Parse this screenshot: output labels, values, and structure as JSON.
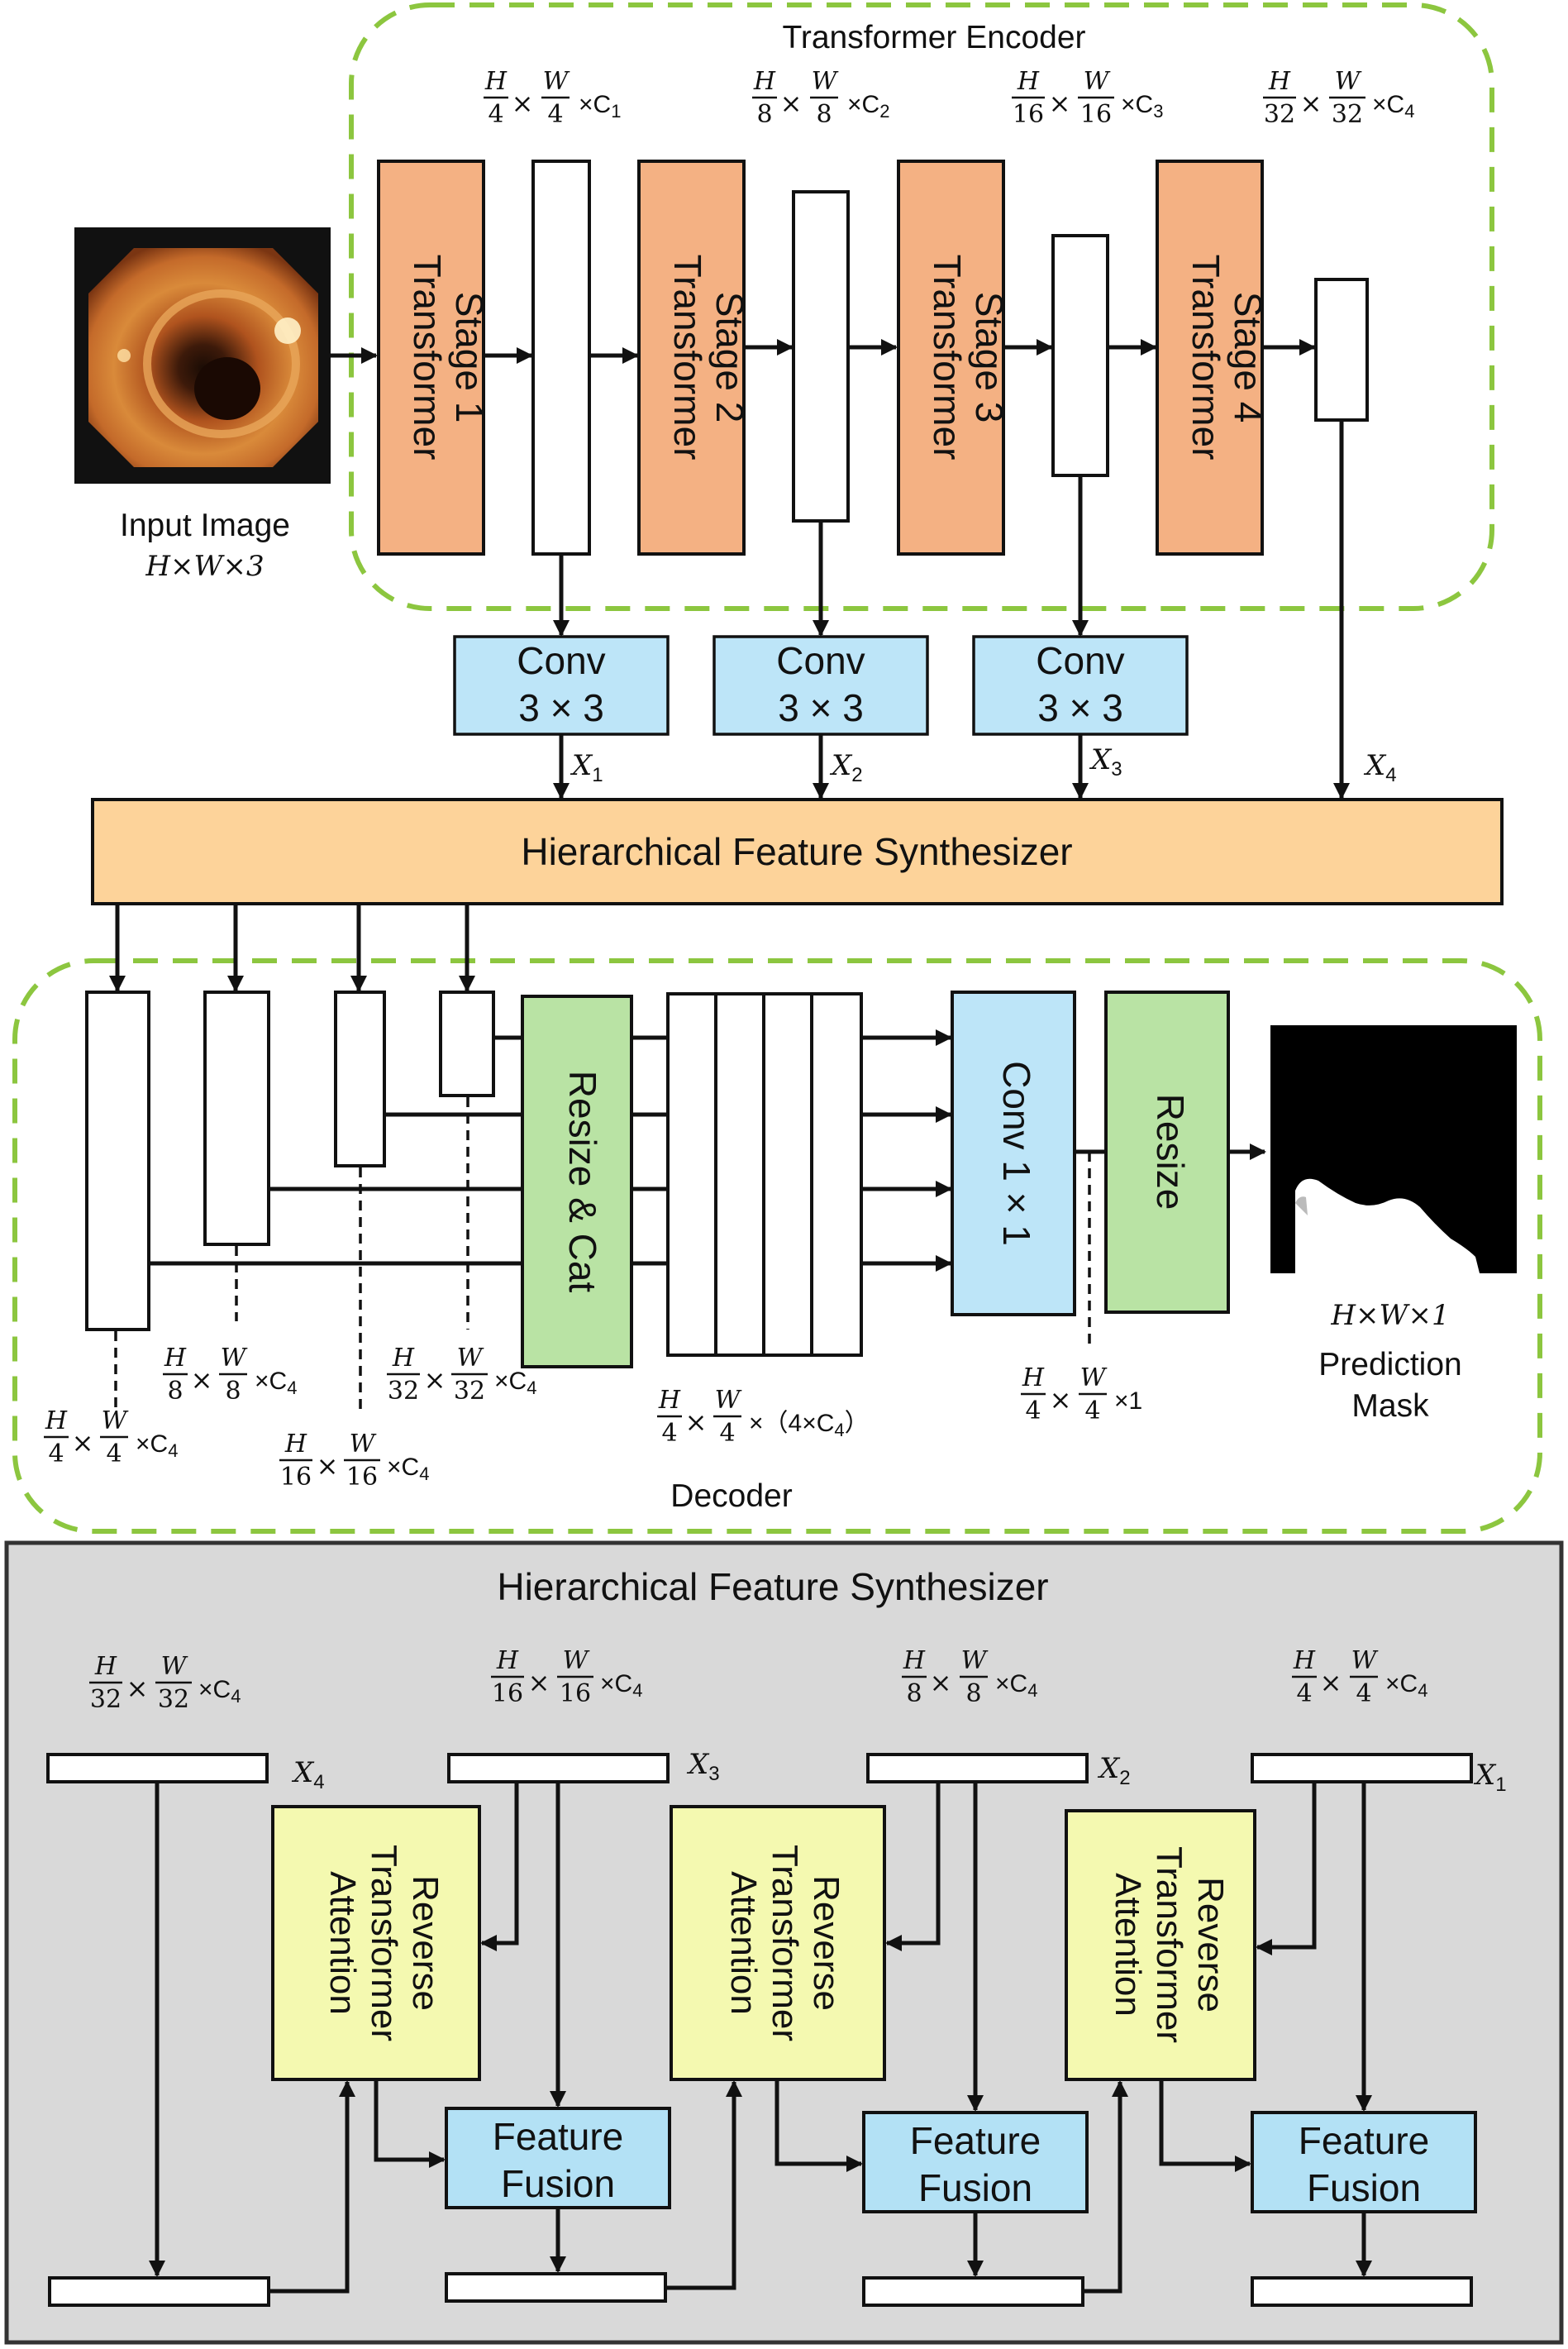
{
  "encoder": {
    "title": "Transformer Encoder",
    "stage_word": "Transformer",
    "stages": [
      "Stage 1",
      "Stage 2",
      "Stage 3",
      "Stage 4"
    ],
    "dims": [
      {
        "h": "H",
        "hd": "4",
        "w": "W",
        "wd": "4",
        "c": "C",
        "ci": "1"
      },
      {
        "h": "H",
        "hd": "8",
        "w": "W",
        "wd": "8",
        "c": "C",
        "ci": "2"
      },
      {
        "h": "H",
        "hd": "16",
        "w": "W",
        "wd": "16",
        "c": "C",
        "ci": "3"
      },
      {
        "h": "H",
        "hd": "32",
        "w": "W",
        "wd": "32",
        "c": "C",
        "ci": "4"
      }
    ]
  },
  "input": {
    "label": "Input Image",
    "dim": "H×W×3"
  },
  "conv": {
    "line1": "Conv",
    "line2": "3 × 3"
  },
  "features": {
    "x1": "X",
    "x1_sub": "1",
    "x2": "X",
    "x2_sub": "2",
    "x3": "X",
    "x3_sub": "3",
    "x4": "X",
    "x4_sub": "4"
  },
  "hfs": {
    "label": "Hierarchical Feature Synthesizer"
  },
  "decoder": {
    "title": "Decoder",
    "resize_cat": "Resize & Cat",
    "conv1x1": "Conv 1 × 1",
    "resize": "Resize",
    "dims": {
      "d4": {
        "hd": "4",
        "wd": "4",
        "c": "C",
        "ci": "4"
      },
      "d8": {
        "hd": "8",
        "wd": "8",
        "c": "C",
        "ci": "4"
      },
      "d16": {
        "hd": "16",
        "wd": "16",
        "c": "C",
        "ci": "4"
      },
      "d32": {
        "hd": "32",
        "wd": "32",
        "c": "C",
        "ci": "4"
      },
      "concat": {
        "hd": "4",
        "wd": "4",
        "tail": "（4×C",
        "ci": "4",
        "close": "）"
      },
      "out": {
        "hd": "4",
        "wd": "4",
        "tail": "×1"
      }
    },
    "mask_dim": "H×W×1",
    "mask_label_1": "Prediction",
    "mask_label_2": "Mask"
  },
  "detail": {
    "title": "Hierarchical Feature Synthesizer",
    "rta_1": "Reverse",
    "rta_2": "Transformer",
    "rta_3": "Attention",
    "ff_1": "Feature",
    "ff_2": "Fusion",
    "dims": [
      {
        "hd": "32",
        "wd": "32",
        "c": "C",
        "ci": "4"
      },
      {
        "hd": "16",
        "wd": "16",
        "c": "C",
        "ci": "4"
      },
      {
        "hd": "8",
        "wd": "8",
        "c": "C",
        "ci": "4"
      },
      {
        "hd": "4",
        "wd": "4",
        "c": "C",
        "ci": "4"
      }
    ]
  },
  "colors": {
    "stage": "#f4b183",
    "conv": "#bde5f8",
    "hfs_bar": "#fdd39a",
    "resize": "#b9e3a4",
    "rta": "#f4f9b0",
    "ff": "#b3e1f5",
    "panel": "#d9d9d9",
    "frame": "#8cc63f"
  }
}
